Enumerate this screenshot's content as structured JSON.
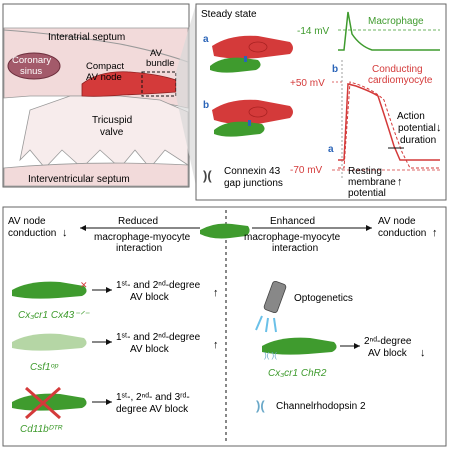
{
  "colors": {
    "macrophage": "#3f9b2e",
    "macrophage_light": "#b5d6a5",
    "myocyte": "#d43a3a",
    "heart_tissue": "#f2dada",
    "sinus": "#a35a6a",
    "gap_junction": "#444444",
    "channelrhodopsin": "#6aa8c8",
    "bg_panel": "#ffffff"
  },
  "anatomy": {
    "interatrial_septum": "Interatrial septum",
    "coronary_sinus": "Coronary sinus",
    "coronary_sinus_l1": "Coronary",
    "coronary_sinus_l2": "sinus",
    "compact_av_node_l1": "Compact",
    "compact_av_node_l2": "AV node",
    "av_bundle_l1": "AV",
    "av_bundle_l2": "bundle",
    "tricuspid_valve_l1": "Tricuspid",
    "tricuspid_valve_l2": "valve",
    "interventricular_septum": "Interventricular septum"
  },
  "steady_state": {
    "title": "Steady state",
    "label_a": "a",
    "label_b": "b",
    "legend_gap": "Connexin 43 gap junctions",
    "legend_gap_l1": "Connexin 43",
    "legend_gap_l2": "gap junctions",
    "mv_neg14": "-14 mV",
    "mv_pos50": "+50 mV",
    "mv_neg70": "-70 mV",
    "macrophage": "Macrophage",
    "conducting_l1": "Conducting",
    "conducting_l2": "cardiomyocyte",
    "ap_l1": "Action",
    "ap_l2": "potential",
    "ap_l3": "duration",
    "ap_arrow": "↓",
    "rest_l1": "Resting",
    "rest_l2": "membrane",
    "rest_l3": "potential",
    "rest_arrow": "↑",
    "trace_a": "a",
    "trace_b": "b"
  },
  "bottom": {
    "left_header_l1": "AV node",
    "left_header_l2": "conduction",
    "left_arrow": "↓",
    "reduced_l1": "Reduced",
    "reduced_l2": "macrophage-myocyte",
    "reduced_l3": "interaction",
    "enhanced_l1": "Enhanced",
    "enhanced_l2": "macrophage-myocyte",
    "enhanced_l3": "interaction",
    "right_header_l1": "AV node",
    "right_header_l2": "conduction",
    "right_arrow": "↑",
    "rows": [
      {
        "model": "Cx₃cr1 Cx43⁻ᐟ⁻",
        "outcome_l1": "1ˢᵗ- and 2ⁿᵈ-degree",
        "outcome_l2": "AV block",
        "arrow": "↑"
      },
      {
        "model": "Csf1ᵒᵖ",
        "outcome_l1": "1ˢᵗ- and 2ⁿᵈ-degree",
        "outcome_l2": "AV block",
        "arrow": "↑"
      },
      {
        "model": "Cd11bᴰᵀᴿ",
        "outcome_l1": "1ˢᵗ-, 2ⁿᵈ- and 3ʳᵈ-",
        "outcome_l2": "degree AV block",
        "arrow": ""
      }
    ],
    "optogenetics": "Optogenetics",
    "opto_model": "Cx₃cr1 ChR2",
    "opto_outcome_l1": "2ⁿᵈ-degree",
    "opto_outcome_l2": "AV block",
    "opto_arrow": "↓",
    "channelrhodopsin": "Channelrhodopsin 2"
  }
}
